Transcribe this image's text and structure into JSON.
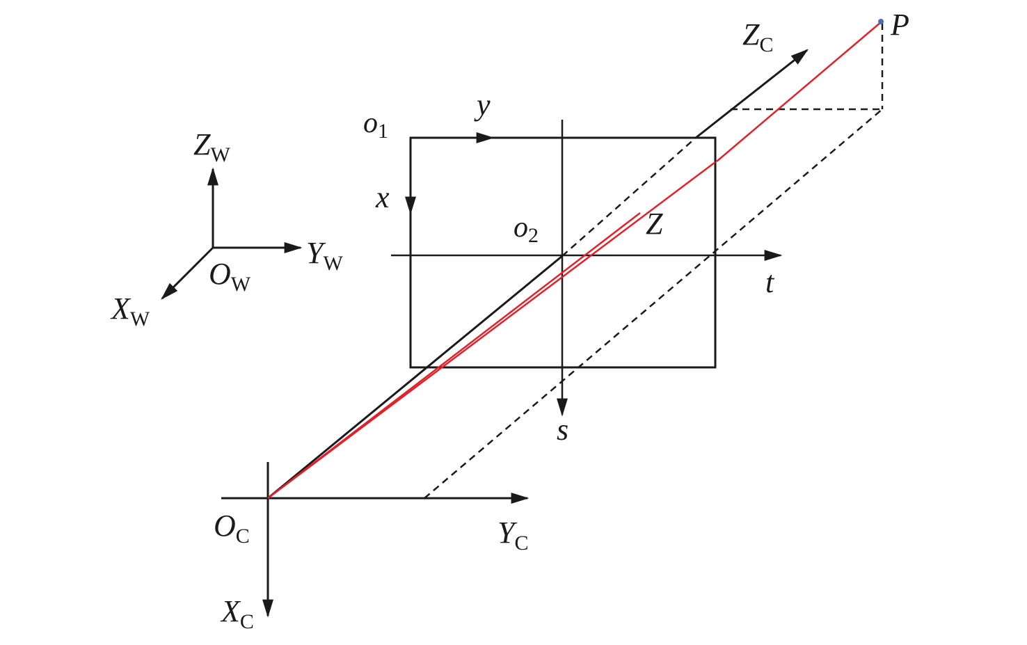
{
  "colors": {
    "ink": "#1a1a1a",
    "ray": "#e0222b",
    "point": "#4a6db5"
  },
  "world_frame": {
    "z_axis": {
      "main": "Z",
      "sub": "W"
    },
    "y_axis": {
      "main": "Y",
      "sub": "W"
    },
    "x_axis": {
      "main": "X",
      "sub": "W"
    },
    "origin": {
      "main": "O",
      "sub": "W"
    }
  },
  "camera_frame": {
    "origin": {
      "main": "O",
      "sub": "C"
    },
    "y_axis": {
      "main": "Y",
      "sub": "C"
    },
    "x_axis": {
      "main": "X",
      "sub": "C"
    },
    "z_axis": {
      "main": "Z",
      "sub": "C"
    }
  },
  "image_plane": {
    "corner_origin": {
      "main": "o",
      "sub": "1"
    },
    "x_axis": "x",
    "y_axis": "y",
    "center_origin": {
      "main": "o",
      "sub": "2"
    },
    "t_axis": "t",
    "s_axis": "s"
  },
  "ray_label": "Z",
  "point_label": "P"
}
